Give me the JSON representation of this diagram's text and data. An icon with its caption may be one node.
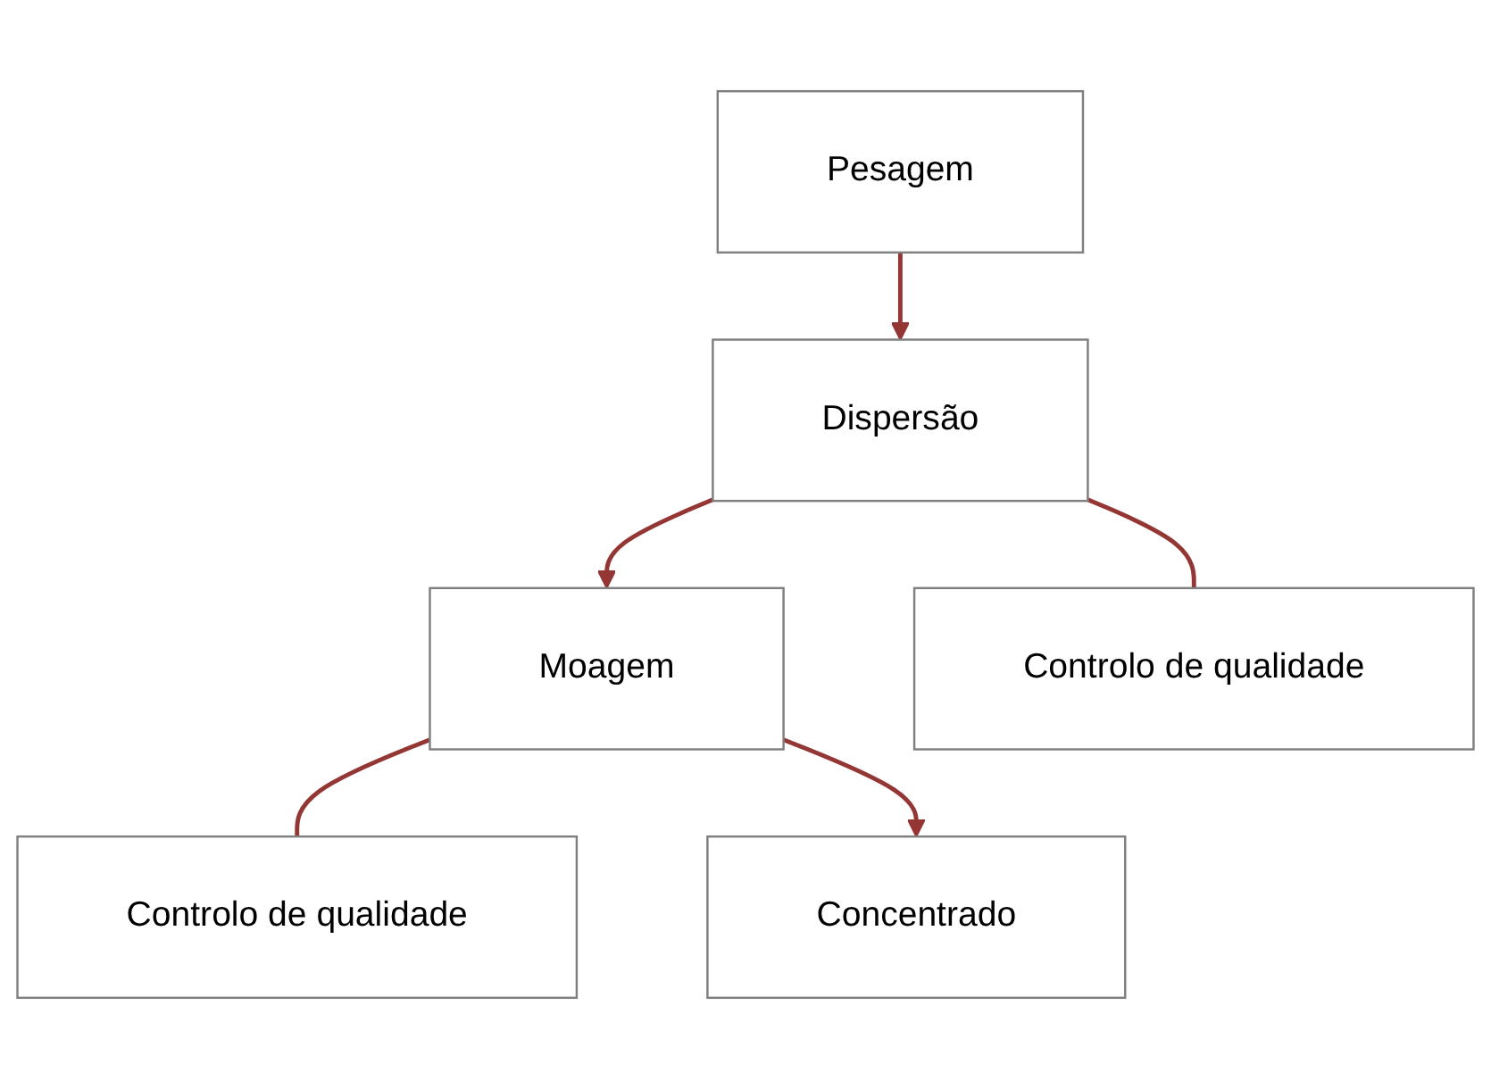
{
  "diagram": {
    "nodes": [
      {
        "text": [
          "Pesagem"
        ]
      },
      {
        "text": [
          "Dispersão"
        ]
      },
      {
        "text": [
          "Moagem"
        ]
      },
      {
        "text": [
          "Concentrado"
        ]
      },
      {
        "text": [
          "Controlo de qualidade"
        ]
      },
      {
        "text": [
          "Controlo de qualidade"
        ]
      }
    ],
    "edges": [
      {
        "from": 0,
        "to": 1,
        "arrow": "to",
        "color": "#943634"
      },
      {
        "from": 1,
        "to": 4,
        "arrow": "none",
        "color": "#943634"
      },
      {
        "from": 1,
        "to": 2,
        "arrow": "to",
        "color": "#943634"
      },
      {
        "from": 2,
        "to": 5,
        "arrow": "none",
        "color": "#943634"
      },
      {
        "from": 2,
        "to": 3,
        "arrow": "to",
        "color": "#943634"
      }
    ]
  }
}
